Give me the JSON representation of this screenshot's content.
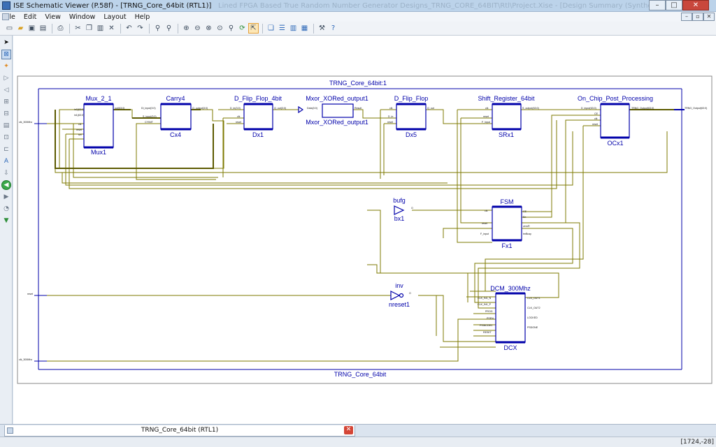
{
  "window": {
    "title": "ISE Schematic Viewer (P.58f) - [TRNG_Core_64bit (RTL1)]",
    "title_faded": "Lined FPGA Based True Random Number Generator Designs_TRNG_CORE_64BIT\\Rtl\\Project.Xise - [Design Summary (Synthesized)]",
    "minimize_label": "–",
    "maximize_label": "□",
    "close_label": "✕"
  },
  "menu": {
    "items": [
      "File",
      "Edit",
      "View",
      "Window",
      "Layout",
      "Help"
    ],
    "doc_minimize": "–",
    "doc_restore": "▫",
    "doc_close": "✕"
  },
  "toolbar_icons": [
    "new-icon",
    "open-icon",
    "save-icon",
    "save-all-icon",
    "print-icon",
    "cut-icon",
    "copy-icon",
    "paste-icon",
    "delete-icon",
    "undo-icon",
    "redo-icon",
    "find-icon",
    "find-next-icon",
    "zoom-in-icon",
    "zoom-out-icon",
    "zoom-full-icon",
    "zoom-selection-icon",
    "zoom-fit-icon",
    "refresh-icon",
    "select-mode-icon",
    "cascade-icon",
    "tile-horizontal-icon",
    "tile-vertical-icon",
    "arrange-icon",
    "properties-icon",
    "help-context-icon"
  ],
  "left_tools": [
    "select-arrow-icon",
    "schematic-select-icon",
    "highlight-icon",
    "add-pin-icon",
    "remove-pin-icon",
    "expand-icon",
    "collapse-icon",
    "copy-view-icon",
    "net-icon",
    "add-io-icon",
    "edit-text-icon",
    "add-marker-icon",
    "back-icon",
    "forward-icon",
    "history-icon",
    "push-icon"
  ],
  "schematic": {
    "top_title": "TRNG_Core_64bit:1",
    "bottom_title": "TRNG_Core_64bit",
    "blocks": [
      {
        "type": "Mux_2_1",
        "instance": "Mux1",
        "pins_in": [
          "in0(63:0)",
          "in1(63:0)",
          "clk",
          "reset",
          "sel"
        ],
        "pins_out": [
          "out(63:0)"
        ]
      },
      {
        "type": "Carry4",
        "instance": "Cx4",
        "pins_in": [
          "Di_input(3:0)",
          "S_input(3:0)",
          "CYINIT"
        ],
        "pins_out": [
          "O_output(3:0)"
        ]
      },
      {
        "type": "D_Flip_Flop_4bit",
        "instance": "Dx1",
        "pins_in": [
          "D_in(3:0)",
          "clk",
          "reset"
        ],
        "pins_out": [
          "Q_out(3:0)"
        ]
      },
      {
        "type": "Mxor_XORed_output1",
        "instance": "Mxor_XORed_output1",
        "pins_in": [
          "Data(3:0)"
        ],
        "pins_out": [
          "Result"
        ]
      },
      {
        "type": "D_Flip_Flop",
        "instance": "Dx5",
        "pins_in": [
          "clk",
          "D_in",
          "reset"
        ],
        "pins_out": [
          "Q_out"
        ]
      },
      {
        "type": "Shift_Register_64bit",
        "instance": "SRx1",
        "pins_in": [
          "clk",
          "reset",
          "F_input"
        ],
        "pins_out": [
          "S_output(63:0)"
        ]
      },
      {
        "type": "On_Chip_Post_Processing",
        "instance": "OCx1",
        "pins_in": [
          "D_input(63:0)",
          "CE",
          "clk",
          "reset"
        ],
        "pins_out": [
          "TRNG_Output(63:0)"
        ]
      },
      {
        "type": "FSM",
        "instance": "Fx1",
        "pins_in": [
          "clk",
          "reset",
          "F_input"
        ],
        "pins_out": [
          "CE",
          "En",
          "zeroR",
          "tmBusy"
        ]
      },
      {
        "type": "DCM_300Mhz",
        "instance": "DCX",
        "pins_in": [
          "CLK_IN1_N",
          "CLK_IN1_P",
          "PROG",
          "PSEN",
          "PSINCDEC",
          "RESET"
        ],
        "pins_out": [
          "CLK_OUT1",
          "CLK_OUT2",
          "LOCKED",
          "PSDONE"
        ]
      }
    ],
    "gates": [
      {
        "type": "bufg",
        "instance": "bx1",
        "pin_out": "O"
      },
      {
        "type": "inv",
        "instance": "nreset1",
        "pin_out": "O"
      }
    ],
    "ports": {
      "clk_p": "clk_300Mhz",
      "reset": "reset",
      "clk_n": "clk_300Mhz",
      "out": "TRNG_Output(63:0)"
    }
  },
  "tab": {
    "label": "TRNG_Core_64bit (RTL1)",
    "close": "✕"
  },
  "status": {
    "coordinates": "[1724,-28]"
  },
  "colors": {
    "block": "#0000aa",
    "wire": "#7d7a00",
    "bus": "#5c5a00",
    "frame": "#0000aa"
  }
}
